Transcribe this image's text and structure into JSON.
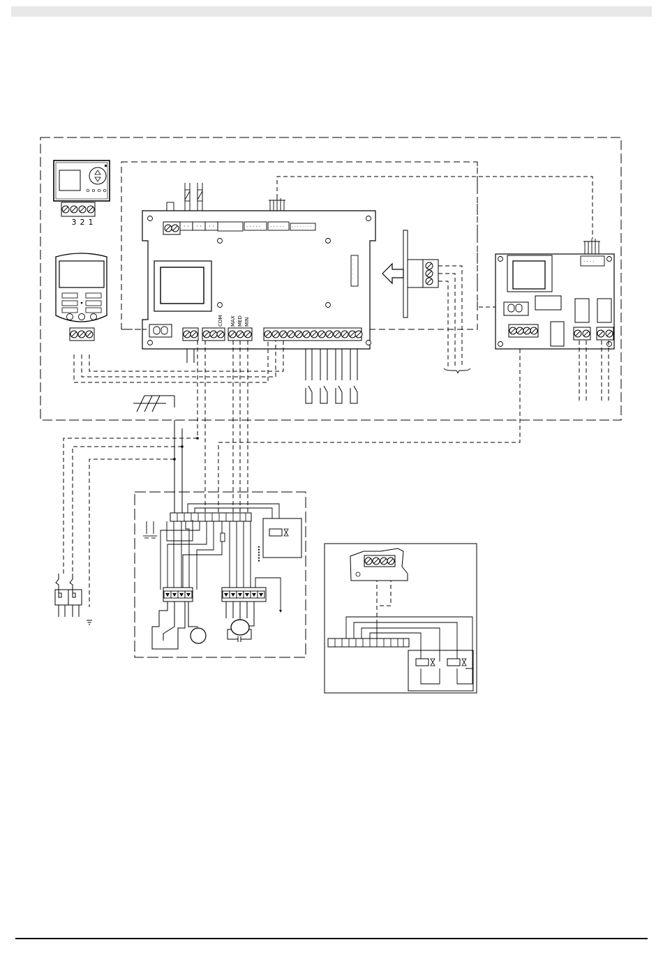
{
  "thermostat": {
    "terminal_labels": [
      "3",
      "2",
      "1"
    ]
  },
  "main_board": {
    "fan_speed_labels": [
      "COM",
      "MAX",
      "MED",
      "MIN"
    ]
  },
  "colors": {
    "line": "#000000",
    "band": "#e8e8e8"
  },
  "icons": [
    "terminal-screw-icon",
    "arrow-left-icon",
    "ground-icon",
    "motor-icon",
    "fan-motor-icon",
    "valve-coil-icon",
    "switch-icon"
  ]
}
